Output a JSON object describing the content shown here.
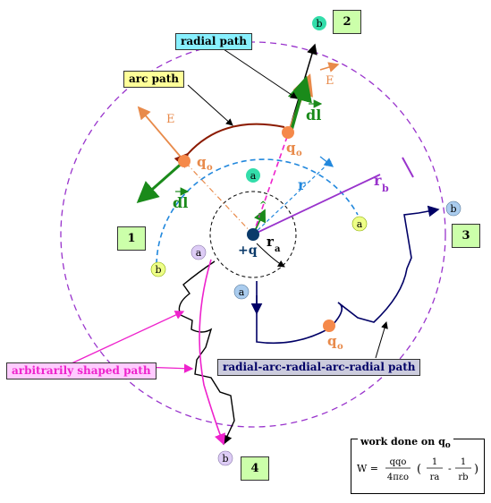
{
  "labels": {
    "radial_path": "radial path",
    "arc_path": "arc path",
    "arbitrary_path": "arbitrarily shaped path",
    "rarar_path": "radial-arc-radial-arc-radial path"
  },
  "path_numbers": [
    "1",
    "2",
    "3",
    "4"
  ],
  "symbols": {
    "charge_q": "+q",
    "test_charge": "q",
    "test_charge_sub": "o",
    "field": "E",
    "displacement": "dl",
    "r": "r",
    "r_hat": "r",
    "r_a": "r",
    "r_a_sub": "a",
    "r_b": "r",
    "r_b_sub": "b",
    "point_a": "a",
    "point_b": "b"
  },
  "formula": {
    "title": "work done on q",
    "title_sub": "o",
    "lhs": "W =",
    "numerator": "qqo",
    "denominator": "4πεo",
    "one": "1",
    "ra": "ra",
    "rb": "rb",
    "open_paren": "(",
    "close_paren": ")",
    "minus": "-"
  },
  "colors": {
    "dl_green": "#1a8a1a",
    "field_orange": "#e88a4a",
    "test_charge": "#f5894a",
    "central_charge": "#0a3a6a",
    "outer_circle": "#9933cc",
    "blue_arc": "#2288dd",
    "arbitrary_path": "#ee22cc",
    "rarar_path": "#000066",
    "label_cyan": "#88f0ff",
    "label_yellow": "#ffff99",
    "label_pink": "#ffccff",
    "label_gray": "#ccccdd",
    "number_box": "#ccffaa"
  }
}
